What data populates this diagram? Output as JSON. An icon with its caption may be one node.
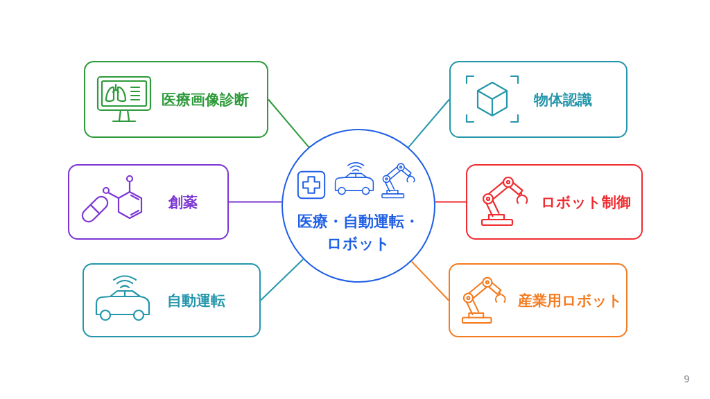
{
  "diagram": {
    "nodes": [
      {
        "text": [
          "医療・自動運転・ロボット"
        ]
      },
      {
        "text": [
          "医療画像診断"
        ]
      },
      {
        "text": [
          "物体認識"
        ]
      },
      {
        "text": [
          "創薬"
        ]
      },
      {
        "text": [
          "ロボット制御"
        ]
      },
      {
        "text": [
          "自動運転"
        ]
      },
      {
        "text": [
          "産業用ロボット"
        ]
      }
    ],
    "edges": [
      {
        "from": 0,
        "to": 1,
        "arrow": "none",
        "color": "#2f9a3c"
      },
      {
        "from": 0,
        "to": 2,
        "arrow": "none",
        "color": "#2596ab"
      },
      {
        "from": 0,
        "to": 3,
        "arrow": "none",
        "color": "#7b35d3"
      },
      {
        "from": 0,
        "to": 4,
        "arrow": "none",
        "color": "#ef2b2f"
      },
      {
        "from": 0,
        "to": 5,
        "arrow": "none",
        "color": "#2596ab"
      },
      {
        "from": 0,
        "to": 6,
        "arrow": "none",
        "color": "#f47b20"
      }
    ],
    "labels": [
      "9"
    ]
  }
}
